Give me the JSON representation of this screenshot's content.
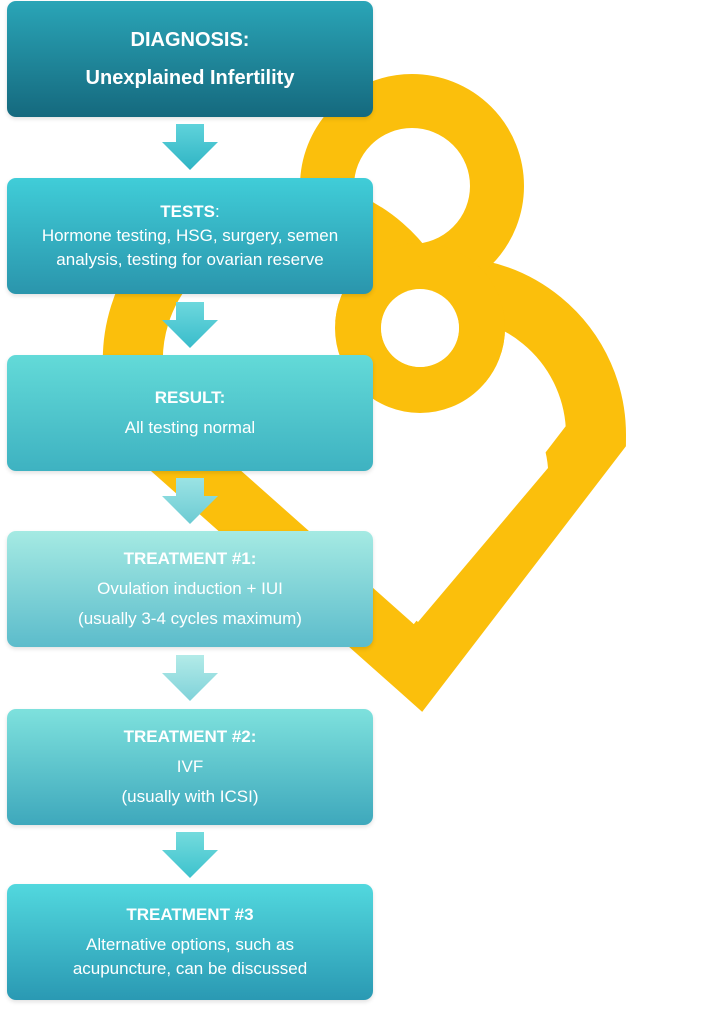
{
  "colors": {
    "logo_yellow": "#fbbf0c",
    "arrow_teal_dark": "#3cc4cf",
    "arrow_teal_light": "#a9e6e8"
  },
  "icons": [
    "heart-logo-icon",
    "down-arrow-icon"
  ],
  "steps": [
    {
      "title": "DIAGNOSIS:",
      "lines": [
        "Unexplained Infertility"
      ]
    },
    {
      "title": "TESTS",
      "title_suffix": ":",
      "lines": [
        "Hormone testing, HSG, surgery, semen",
        "analysis, testing for ovarian reserve"
      ]
    },
    {
      "title": "RESULT:",
      "lines": [
        "All testing normal"
      ]
    },
    {
      "title": "TREATMENT #1:",
      "lines": [
        "Ovulation induction + IUI",
        "(usually 3-4 cycles maximum)"
      ]
    },
    {
      "title": "TREATMENT #2:",
      "lines": [
        "IVF",
        "(usually with ICSI)"
      ]
    },
    {
      "title": "TREATMENT #3",
      "lines": [
        "Alternative options, such as",
        "acupuncture, can be discussed"
      ]
    }
  ]
}
